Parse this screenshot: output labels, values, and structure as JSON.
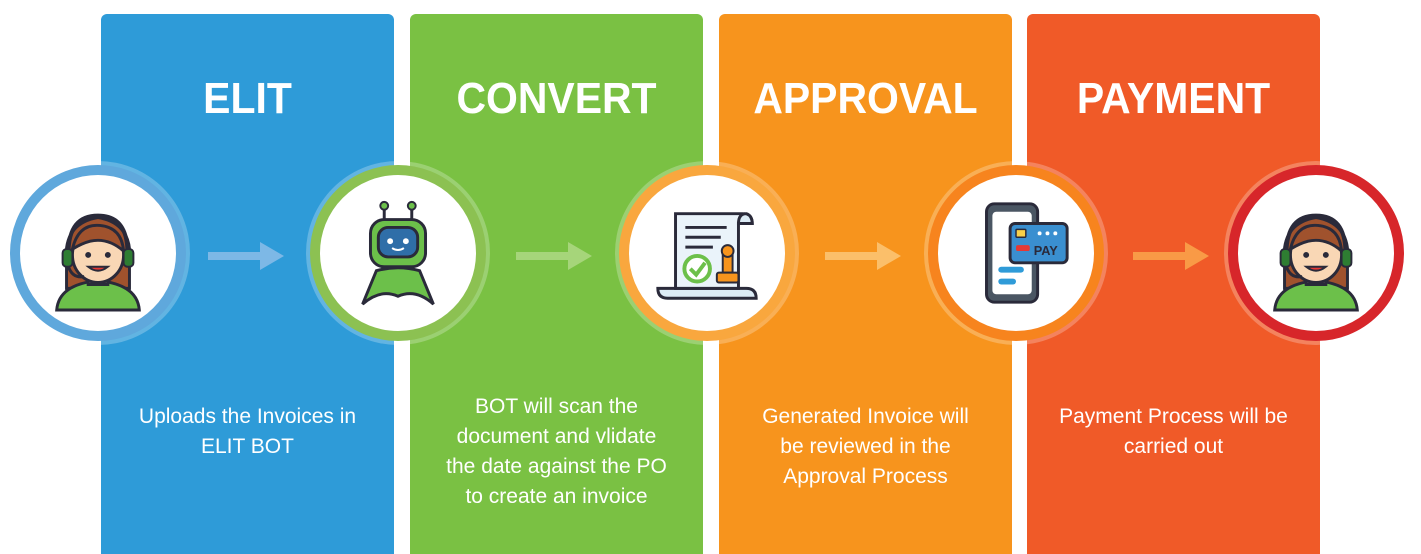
{
  "stages": [
    {
      "title": "ELIT",
      "description_lines": [
        "Uploads the Invoices in",
        "ELIT BOT"
      ],
      "color": "#2E9BD8"
    },
    {
      "title": "CONVERT",
      "description_lines": [
        "BOT will scan the",
        "document and vlidate",
        "the date against the PO",
        "to create an invoice"
      ],
      "color": "#7AC143"
    },
    {
      "title": "APPROVAL",
      "description_lines": [
        "Generated Invoice will",
        "be reviewed in the",
        "Approval Process"
      ],
      "color": "#F7941D"
    },
    {
      "title": "PAYMENT",
      "description_lines": [
        "Payment Process will be",
        "carried out"
      ],
      "color": "#F05A28"
    }
  ],
  "nodes": [
    {
      "icon": "support-agent-icon",
      "ring_color": "#5FA8DC"
    },
    {
      "icon": "robot-icon",
      "ring_color": "#8CC152"
    },
    {
      "icon": "document-stamp-icon",
      "ring_color": "#F9A73E"
    },
    {
      "icon": "mobile-payment-icon",
      "ring_color": "#F7841E"
    },
    {
      "icon": "support-agent-icon",
      "ring_color": "#D7262A"
    }
  ],
  "card_label": "PAY",
  "arrow_colors": [
    "#7DB8E6",
    "#A6D57A",
    "#FBBF6A",
    "#F99A46"
  ]
}
